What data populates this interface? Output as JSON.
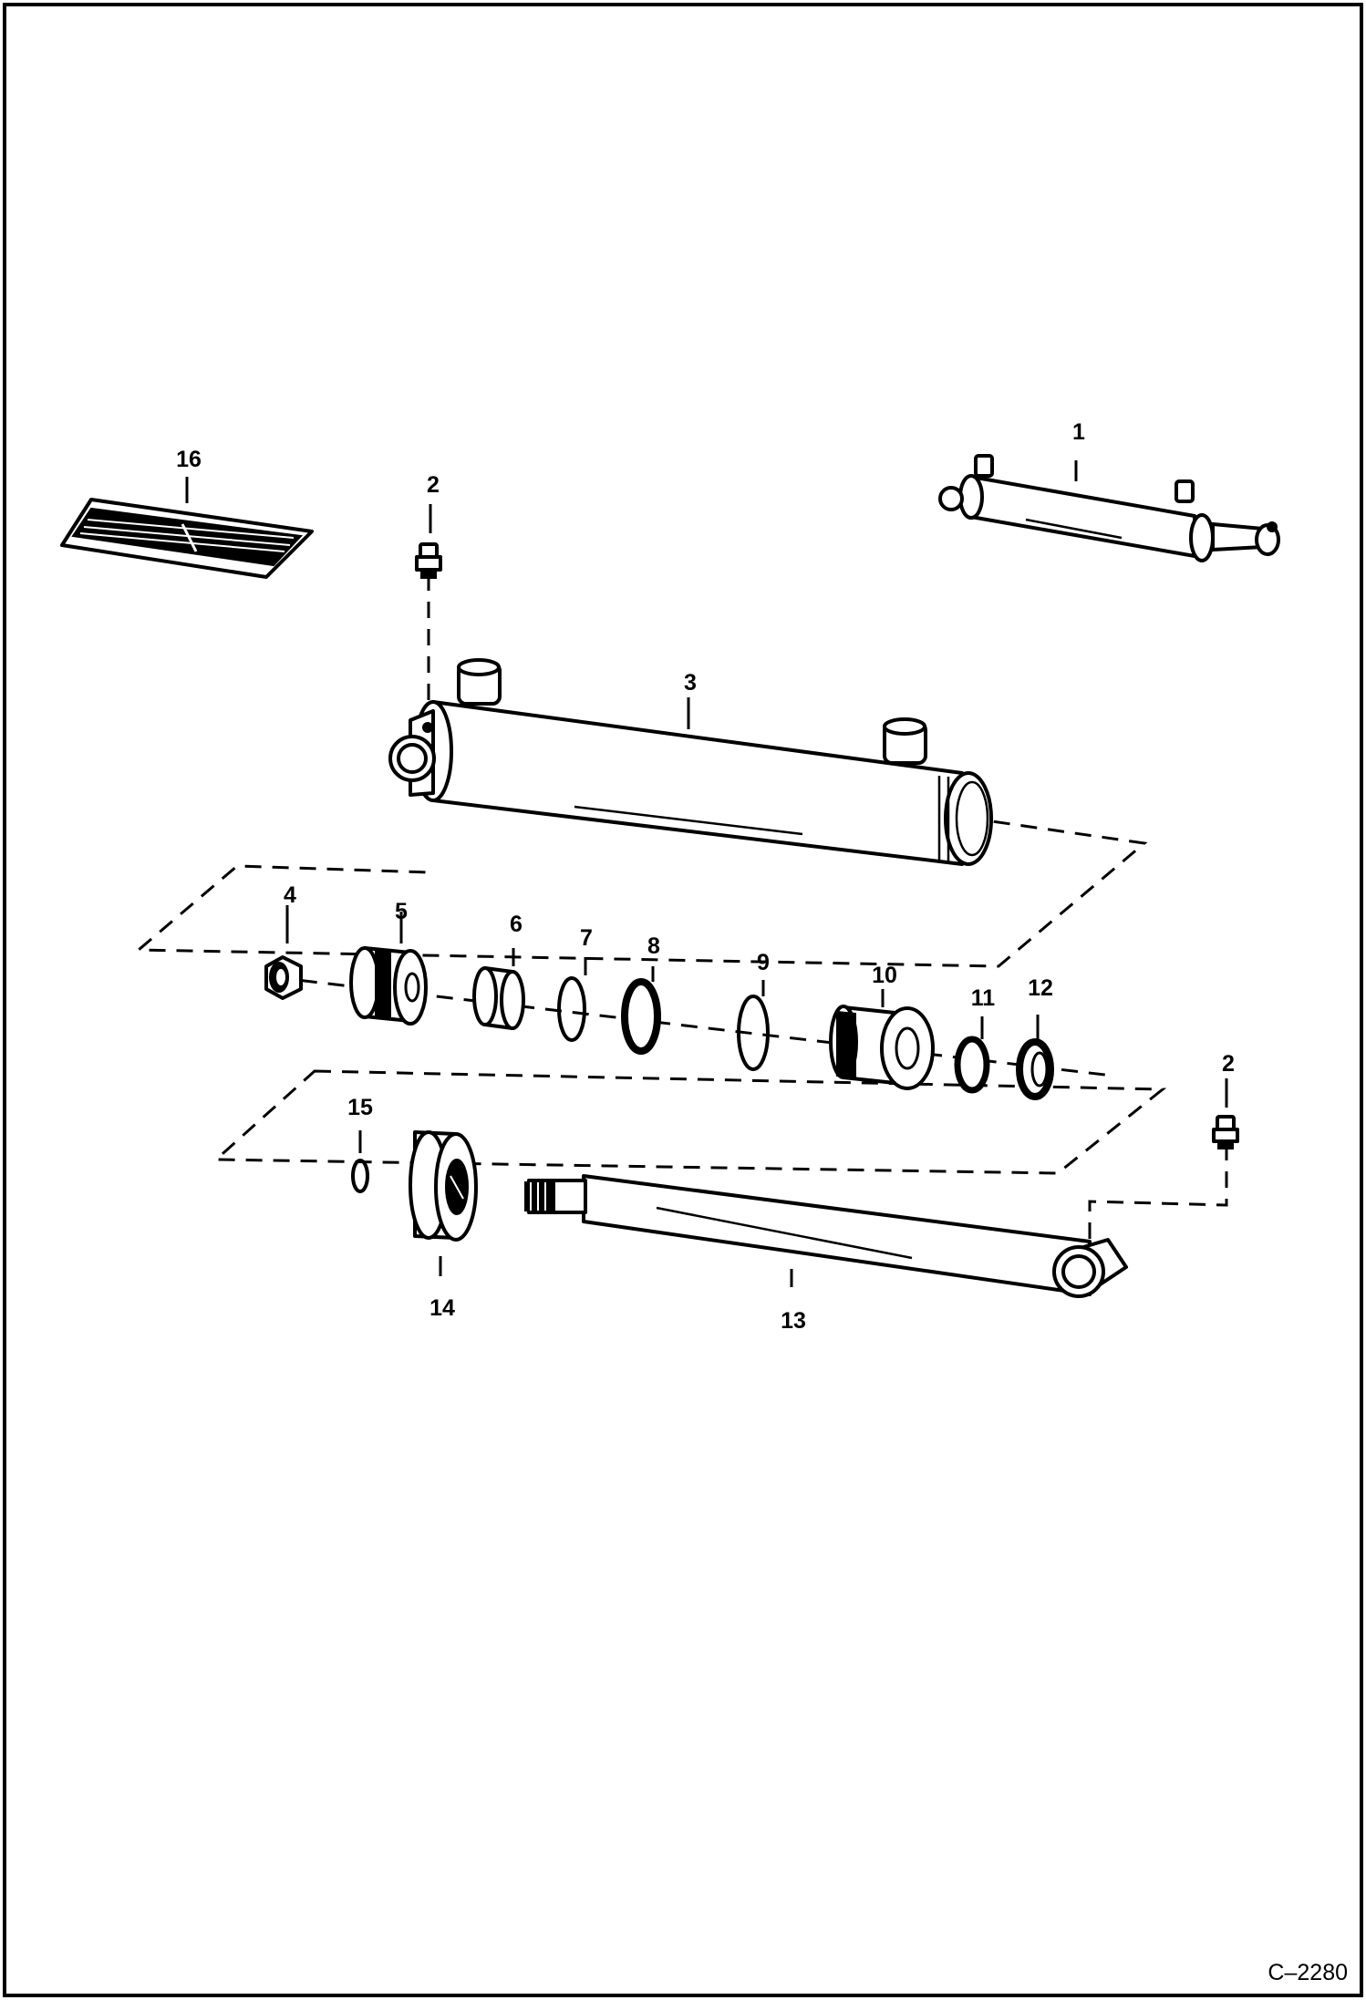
{
  "diagram": {
    "figure_code": "C–2280",
    "callouts": [
      "1",
      "2",
      "3",
      "4",
      "5",
      "6",
      "7",
      "8",
      "9",
      "10",
      "11",
      "12",
      "13",
      "14",
      "15",
      "16",
      "2"
    ]
  }
}
